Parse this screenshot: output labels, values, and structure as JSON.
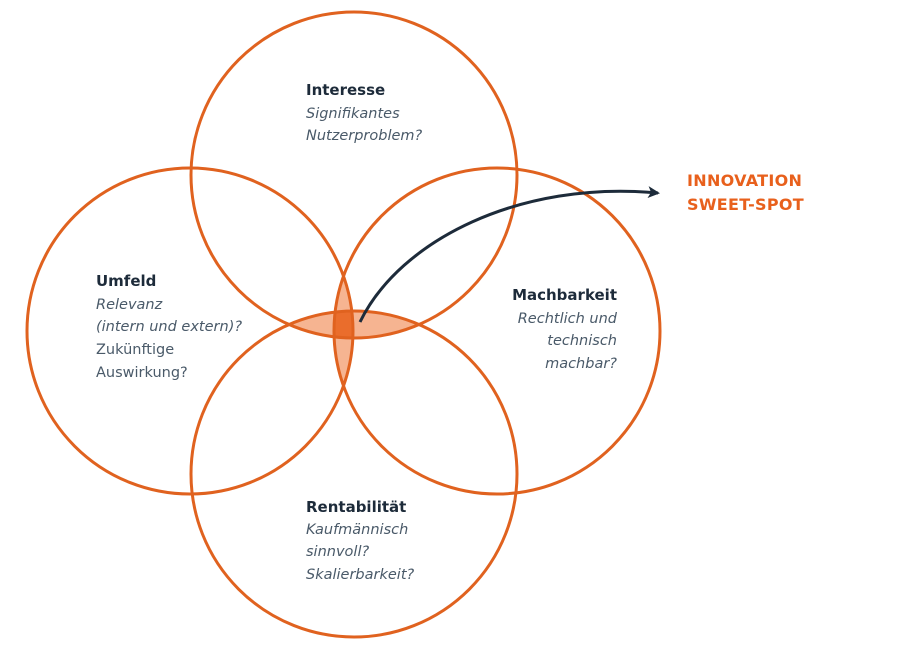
{
  "colors": {
    "ring": "#e0621f",
    "overlap_light": "#f6b491",
    "overlap_center": "#ea6d2c",
    "heading": "#1d2b3a",
    "body": "#4a5a69",
    "arrow": "#1d2b3a",
    "callout": "#e8601c"
  },
  "circles": {
    "top": {
      "heading": "Interesse",
      "line1": "Signifikantes",
      "line2": "Nutzerproblem?"
    },
    "left": {
      "heading": "Umfeld",
      "line1": "Relevanz",
      "line2": "(intern und extern)?",
      "line3": "Zukünftige",
      "line4": "Auswirkung?"
    },
    "right": {
      "heading": "Machbarkeit",
      "line1": "Rechtlich und",
      "line2": "technisch",
      "line3": "machbar?"
    },
    "bottom": {
      "heading": "Rentabilität",
      "line1": "Kaufmännisch",
      "line2": "sinnvoll?",
      "line3": "Skalierbarkeit?"
    }
  },
  "callout": {
    "line1": "INNOVATION",
    "line2": "SWEET-SPOT"
  }
}
